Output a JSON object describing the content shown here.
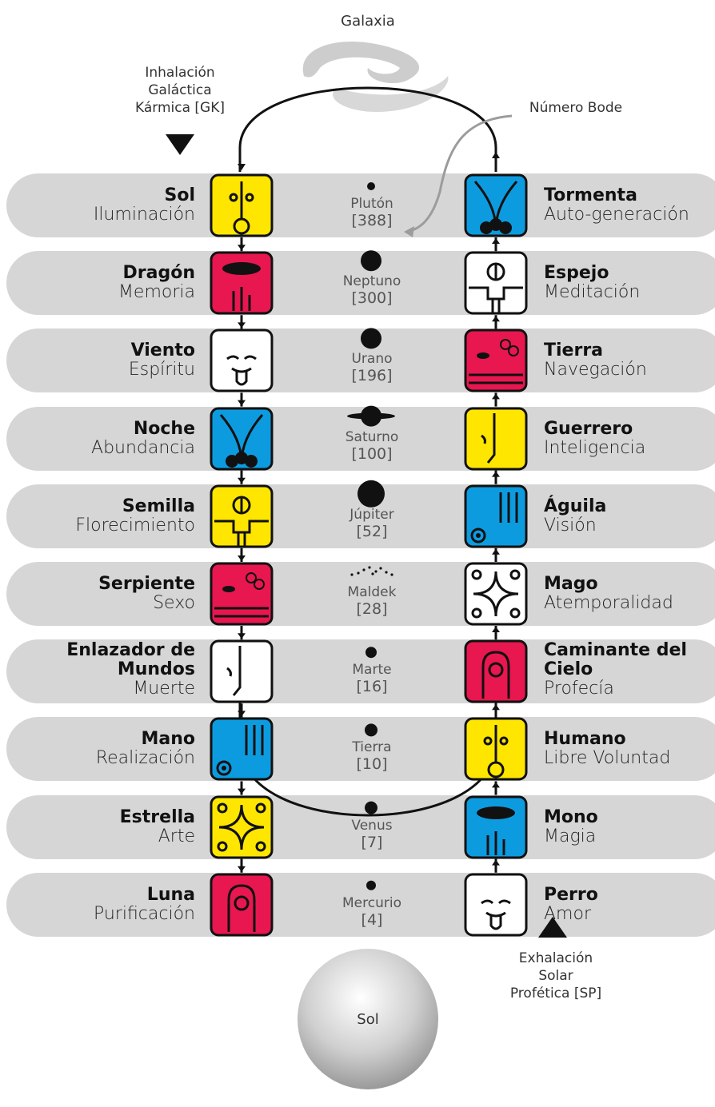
{
  "top_label": "Galaxia",
  "bottom_label": "Sol",
  "left_flow_label": [
    "Inhalación",
    "Galáctica",
    "Kármica [GK]"
  ],
  "right_flow_label": [
    "Exhalación",
    "Solar",
    "Profética [SP]"
  ],
  "bode_callout": "Número Bode",
  "colors": {
    "red": "#e8174f",
    "yellow": "#ffe600",
    "blue": "#0d9be0",
    "white": "#ffffff",
    "band": "#d6d6d6"
  },
  "rows": [
    {
      "left": {
        "name": "Sol",
        "meaning": "Iluminación",
        "color": "yellow"
      },
      "planet": "Plutón",
      "bode": "[388]",
      "right": {
        "name": "Tormenta",
        "meaning": "Auto-generación",
        "color": "blue"
      }
    },
    {
      "left": {
        "name": "Dragón",
        "meaning": "Memoria",
        "color": "red"
      },
      "planet": "Neptuno",
      "bode": "[300]",
      "right": {
        "name": "Espejo",
        "meaning": "Meditación",
        "color": "white"
      }
    },
    {
      "left": {
        "name": "Viento",
        "meaning": "Espíritu",
        "color": "white"
      },
      "planet": "Urano",
      "bode": "[196]",
      "right": {
        "name": "Tierra",
        "meaning": "Navegación",
        "color": "red"
      }
    },
    {
      "left": {
        "name": "Noche",
        "meaning": "Abundancia",
        "color": "blue"
      },
      "planet": "Saturno",
      "bode": "[100]",
      "right": {
        "name": "Guerrero",
        "meaning": "Inteligencia",
        "color": "yellow"
      }
    },
    {
      "left": {
        "name": "Semilla",
        "meaning": "Florecimiento",
        "color": "yellow"
      },
      "planet": "Júpiter",
      "bode": "[52]",
      "right": {
        "name": "Águila",
        "meaning": "Visión",
        "color": "blue"
      }
    },
    {
      "left": {
        "name": "Serpiente",
        "meaning": "Sexo",
        "color": "red"
      },
      "planet": "Maldek",
      "bode": "[28]",
      "right": {
        "name": "Mago",
        "meaning": "Atemporalidad",
        "color": "white"
      }
    },
    {
      "left": {
        "name": "Enlazador de Mundos",
        "meaning": "Muerte",
        "color": "white"
      },
      "planet": "Marte",
      "bode": "[16]",
      "right": {
        "name": "Caminante del Cielo",
        "meaning": "Profecía",
        "color": "red"
      }
    },
    {
      "left": {
        "name": "Mano",
        "meaning": "Realización",
        "color": "blue"
      },
      "planet": "Tierra",
      "bode": "[10]",
      "right": {
        "name": "Humano",
        "meaning": "Libre Voluntad",
        "color": "yellow"
      }
    },
    {
      "left": {
        "name": "Estrella",
        "meaning": "Arte",
        "color": "yellow"
      },
      "planet": "Venus",
      "bode": "[7]",
      "right": {
        "name": "Mono",
        "meaning": "Magia",
        "color": "blue"
      }
    },
    {
      "left": {
        "name": "Luna",
        "meaning": "Purificación",
        "color": "red"
      },
      "planet": "Mercurio",
      "bode": "[4]",
      "right": {
        "name": "Perro",
        "meaning": "Amor",
        "color": "white"
      }
    }
  ]
}
